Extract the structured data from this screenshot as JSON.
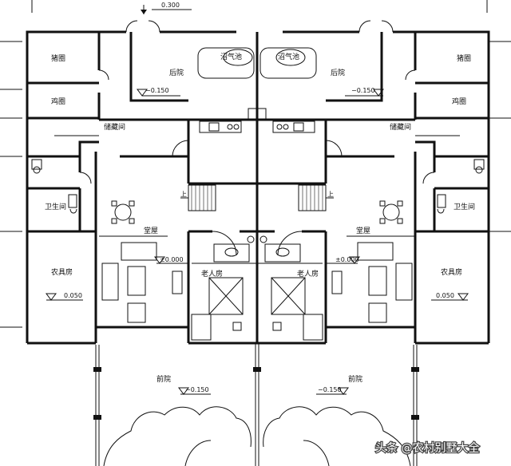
{
  "dimension_top": "0.300",
  "rooms": {
    "pig_pen_left": "猪圈",
    "pig_pen_right": "猪圈",
    "chicken_coop_left": "鸡圈",
    "chicken_coop_right": "鸡圈",
    "backyard_left": "后院",
    "backyard_right": "后院",
    "biogas_left": "沼气池",
    "biogas_right": "沼气池",
    "storage_left": "储藏间",
    "storage_right": "储藏间",
    "bathroom_left": "卫生间",
    "bathroom_right": "卫生间",
    "hall_left": "堂屋",
    "hall_right": "堂屋",
    "elder_room_left": "老人房",
    "elder_room_right": "老人房",
    "tool_room_left": "农具房",
    "tool_room_right": "农具房",
    "front_yard_left": "前院",
    "front_yard_right": "前院"
  },
  "levels": {
    "backyard_left": "−0.150",
    "backyard_right": "−0.150",
    "hall_left": "±0.000",
    "hall_right": "±0.000",
    "tool_left": "0.050",
    "tool_right": "0.050",
    "front_left": "−0.150",
    "front_right": "−0.150"
  },
  "stair_up_label": "上",
  "watermark": "头条 @农村别墅大全"
}
